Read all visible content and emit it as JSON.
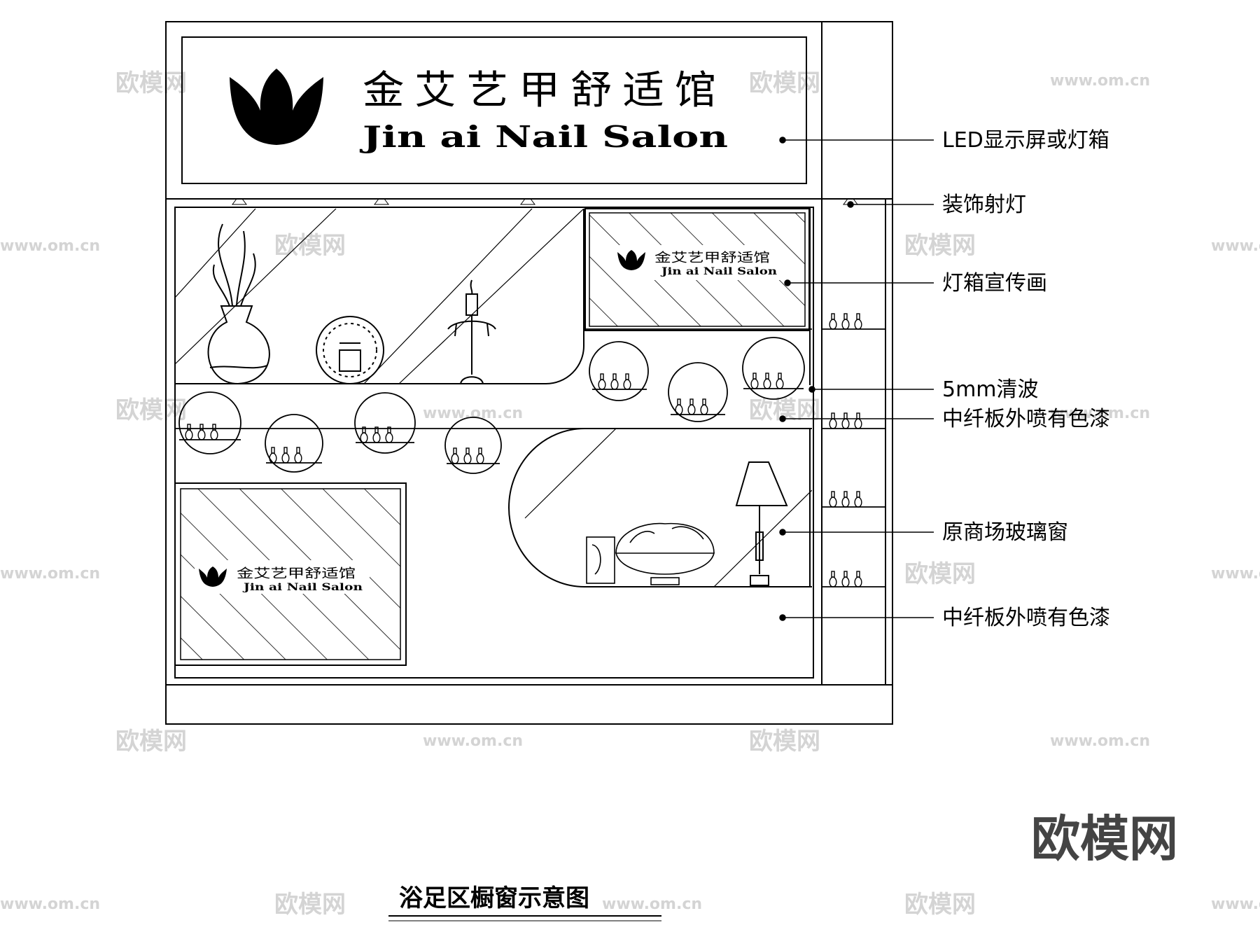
{
  "sign": {
    "title_cn": "金艾艺甲舒适馆",
    "title_en": "Jin ai Nail Salon"
  },
  "small_sign": {
    "title_cn": "金艾艺甲舒适馆",
    "title_en": "Jin ai Nail Salon"
  },
  "lower_sign": {
    "title_cn": "金艾艺甲舒适馆",
    "title_en": "Jin ai Nail Salon"
  },
  "annotations": [
    {
      "label": "LED显示屏或灯箱"
    },
    {
      "label": "装饰射灯"
    },
    {
      "label": "灯箱宣传画"
    },
    {
      "label": "5mm清波"
    },
    {
      "label": "中纤板外喷有色漆"
    },
    {
      "label": "原商场玻璃窗"
    },
    {
      "label": "中纤板外喷有色漆"
    }
  ],
  "drawing_title": "浴足区橱窗示意图",
  "watermark": {
    "brand": "欧模网",
    "url": "www.om.cn"
  },
  "colors": {
    "line": "#000000",
    "watermark": "#d9d9d9",
    "brand_mark": "#444444"
  }
}
